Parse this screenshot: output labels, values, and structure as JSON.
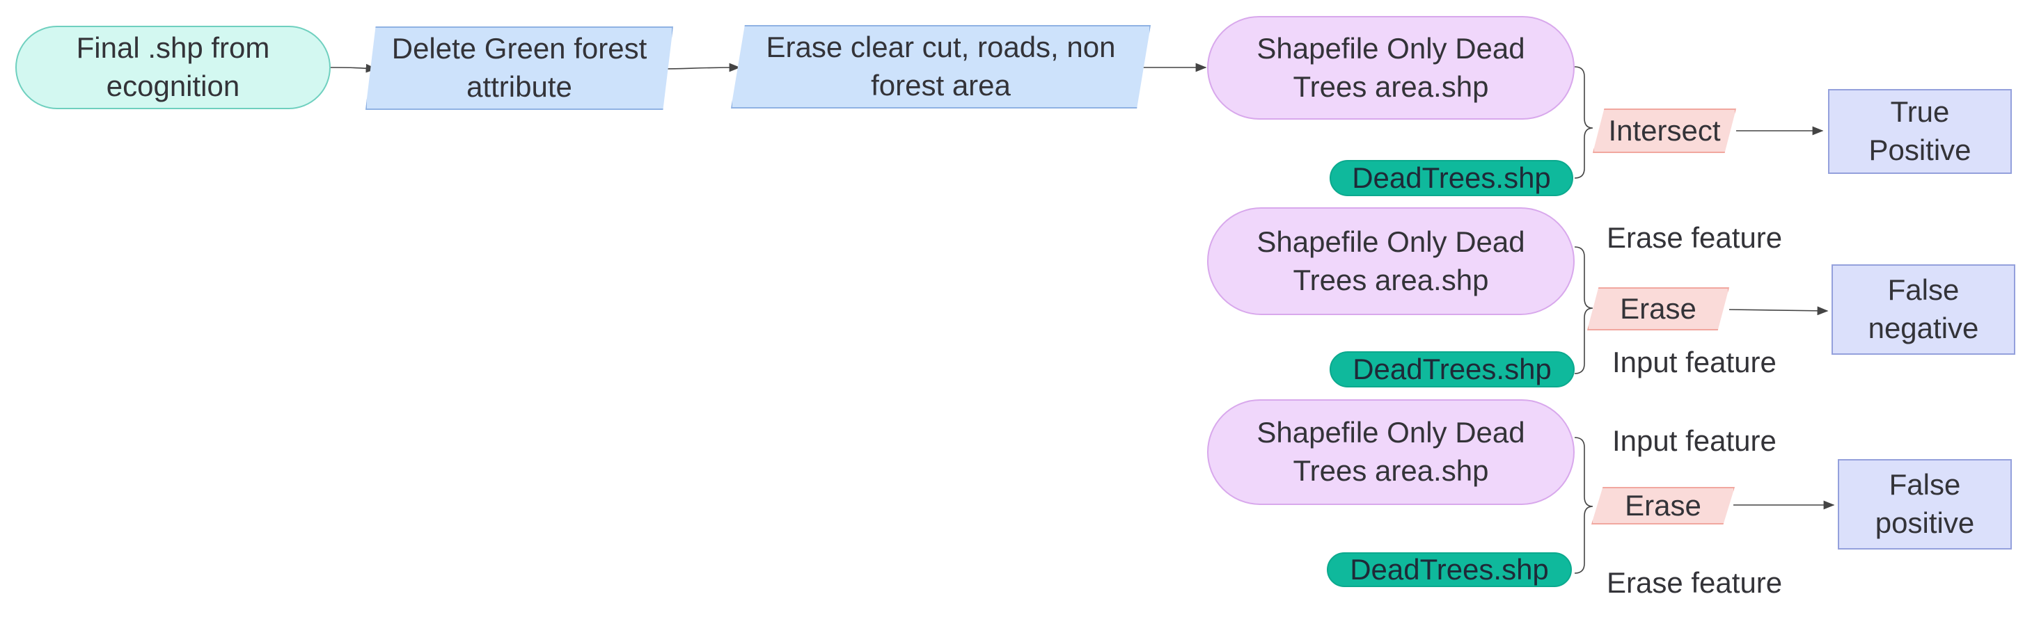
{
  "nodes": {
    "start": "Final .shp from ecognition",
    "delete_green": "Delete Green forest attribute",
    "erase_clearcut": "Erase clear cut, roads, non forest area",
    "shapefile_1": "Shapefile Only Dead Trees area.shp",
    "shapefile_2": "Shapefile Only Dead Trees area.shp",
    "shapefile_3": "Shapefile Only Dead Trees area.shp",
    "deadtrees_1": "DeadTrees.shp",
    "deadtrees_2": "DeadTrees.shp",
    "deadtrees_3": "DeadTrees.shp",
    "op_intersect": "Intersect",
    "op_erase_1": "Erase",
    "op_erase_2": "Erase",
    "result_tp": "True Positive",
    "result_fn": "False negative",
    "result_fp": "False positive"
  },
  "labels": {
    "erase_feature_1": "Erase feature",
    "input_feature_1": "Input feature",
    "input_feature_2": "Input feature",
    "erase_feature_2": "Erase feature"
  },
  "colors": {
    "terminal": "#d3f8f1",
    "process": "#cde2fb",
    "shapefile": "#f0d7fb",
    "dataset": "#0fb99c",
    "operation": "#fadbd9",
    "result": "#dbe0fb",
    "connector": "#444444"
  }
}
